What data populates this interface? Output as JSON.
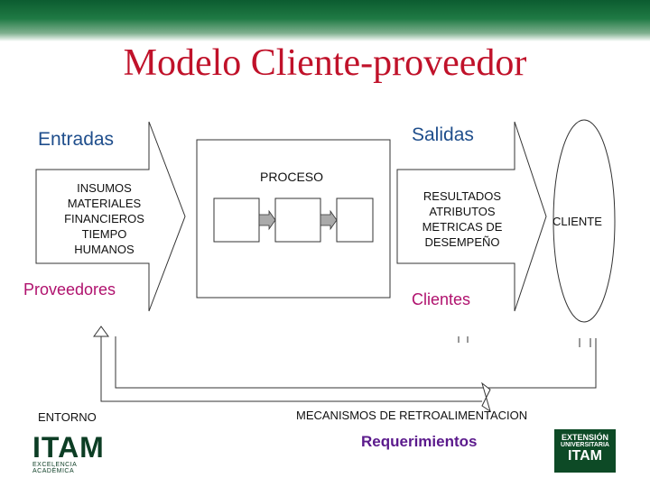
{
  "title": "Modelo Cliente-proveedor",
  "labels": {
    "entradas": "Entradas",
    "salidas": "Salidas",
    "proceso": "PROCESO",
    "proveedores": "Proveedores",
    "clientes": "Clientes",
    "cliente": "CLIENTE",
    "entorno": "ENTORNO",
    "mecanismos": "MECANISMOS DE RETROALIMENTACION",
    "requerimientos": "Requerimientos"
  },
  "insumos": [
    "INSUMOS",
    "MATERIALES",
    "FINANCIEROS",
    "TIEMPO",
    "HUMANOS"
  ],
  "resultados": [
    "RESULTADOS",
    "ATRIBUTOS",
    "METRICAS DE",
    "DESEMPEÑO"
  ],
  "logos": {
    "itam": "ITAM",
    "itam_tag": "EXCELENCIA ACADÉMICA",
    "ext_line1": "EXTENSIÓN",
    "ext_line2": "UNIVERSITARIA",
    "ext_line3": "ITAM"
  },
  "colors": {
    "title": "#c0122a",
    "header_text": "#1f4e8c",
    "accent": "#b0126e",
    "band": "#0c5c30"
  }
}
